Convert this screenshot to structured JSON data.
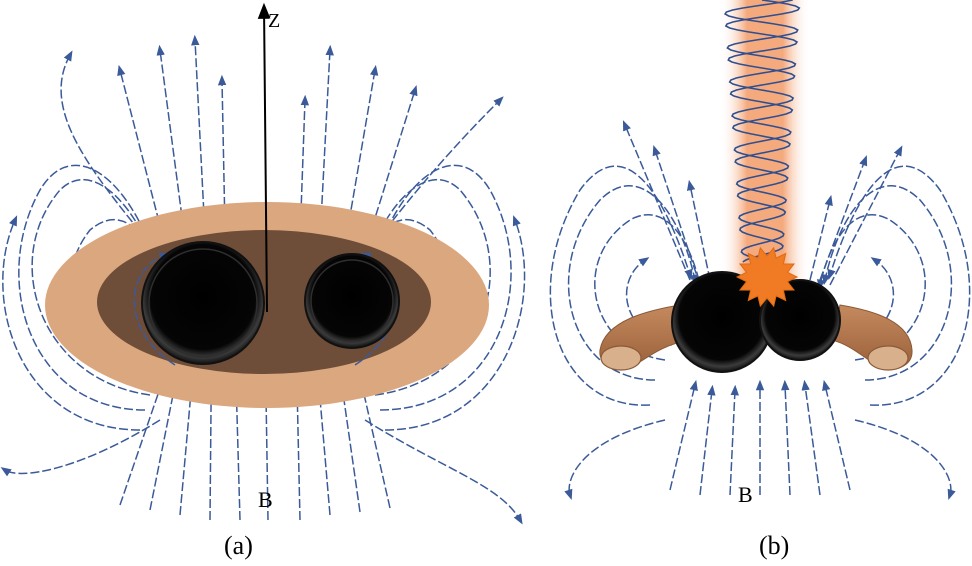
{
  "panel_a": {
    "axis_label": "Z",
    "field_label": "B",
    "caption": "(a)"
  },
  "panel_b": {
    "field_label": "B",
    "caption": "(b)"
  },
  "colors": {
    "field_line": "#3a5a9a",
    "outer_disk": "#dba77f",
    "inner_disk": "#6e4d39",
    "black_hole": "#000000",
    "jet_glow": "#f4a070",
    "jet_helix": "#2f4f8f",
    "flare": "#f07b24",
    "torus": "#b5784e"
  },
  "icons": [
    "black-hole-icon",
    "flare-icon",
    "jet-helix-icon",
    "torus-icon"
  ]
}
